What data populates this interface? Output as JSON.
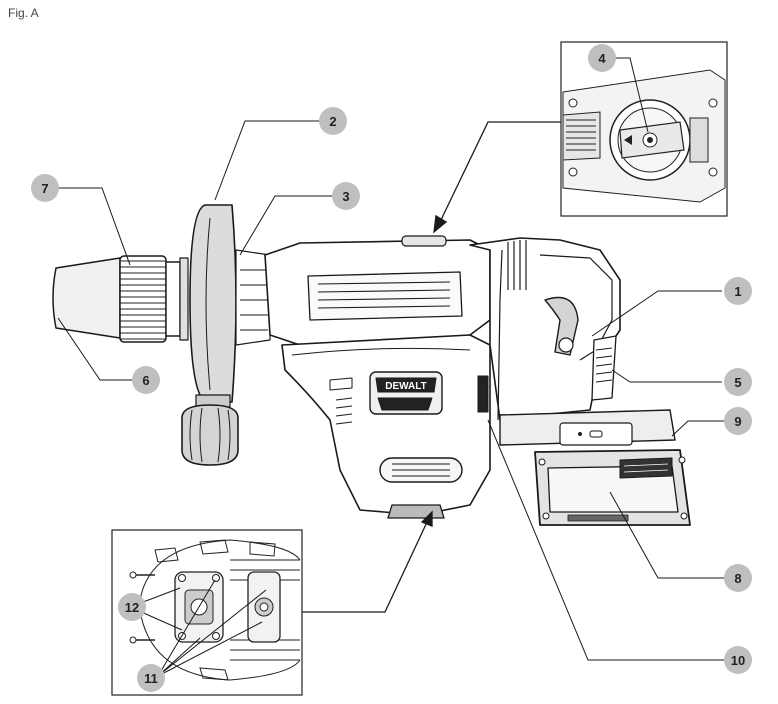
{
  "figure": {
    "label": "Fig. A"
  },
  "brand": {
    "logo_text": "DEWALT"
  },
  "callouts": [
    {
      "id": "c1",
      "number": "1"
    },
    {
      "id": "c2",
      "number": "2"
    },
    {
      "id": "c3",
      "number": "3"
    },
    {
      "id": "c4",
      "number": "4"
    },
    {
      "id": "c5",
      "number": "5"
    },
    {
      "id": "c6",
      "number": "6"
    },
    {
      "id": "c7",
      "number": "7"
    },
    {
      "id": "c8",
      "number": "8"
    },
    {
      "id": "c9",
      "number": "9"
    },
    {
      "id": "c10",
      "number": "10"
    },
    {
      "id": "c11",
      "number": "11"
    },
    {
      "id": "c12",
      "number": "12"
    }
  ],
  "colors": {
    "line": "#1a1a1a",
    "callout_fill": "#bfbfbf",
    "body_fill": "#ffffff",
    "shade": "#d9d9d9",
    "battery": "#e3e3e3"
  }
}
